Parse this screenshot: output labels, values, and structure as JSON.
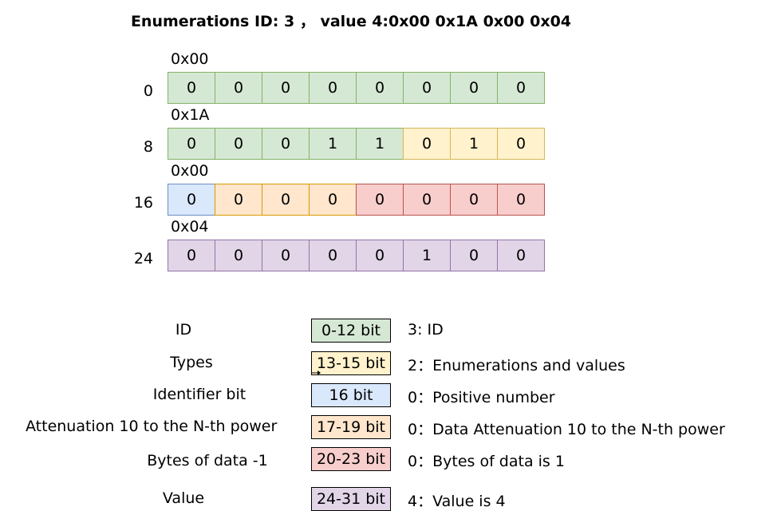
{
  "title": "Enumerations ID: 3 ，  value 4:0x00 0x1A 0x00 0x04",
  "colors": {
    "green": "#d5e8d4",
    "yellow": "#fff2cc",
    "blue": "#dae8fc",
    "orange": "#ffe6cc",
    "red": "#f8cecc",
    "purple": "#e1d5e7"
  },
  "rows": [
    {
      "hex": "0x00",
      "start": "0",
      "bits": [
        "0",
        "0",
        "0",
        "0",
        "0",
        "0",
        "0",
        "0"
      ]
    },
    {
      "hex": "0x1A",
      "start": "8",
      "bits": [
        "0",
        "0",
        "0",
        "1",
        "1",
        "0",
        "1",
        "0"
      ]
    },
    {
      "hex": "0x00",
      "start": "16",
      "bits": [
        "0",
        "0",
        "0",
        "0",
        "0",
        "0",
        "0",
        "0"
      ]
    },
    {
      "hex": "0x04",
      "start": "24",
      "bits": [
        "0",
        "0",
        "0",
        "0",
        "0",
        "1",
        "0",
        "0"
      ]
    }
  ],
  "legend": [
    {
      "name": "ID",
      "range": "0-12 bit",
      "desc": "3:  ID"
    },
    {
      "name": "Types",
      "range": "13-15 bit",
      "desc": "2：Enumerations and values"
    },
    {
      "name": "Identifier bit",
      "range": "16 bit",
      "desc": "0：Positive number"
    },
    {
      "name": "Attenuation 10 to the N-th power",
      "range": "17-19 bit",
      "desc": "0：Data Attenuation 10 to the N-th power"
    },
    {
      "name": "Bytes of data -1",
      "range": "20-23 bit",
      "desc": "0：Bytes of data is 1"
    },
    {
      "name": "Value",
      "range": "24-31 bit",
      "desc": "4：Value is 4"
    }
  ]
}
